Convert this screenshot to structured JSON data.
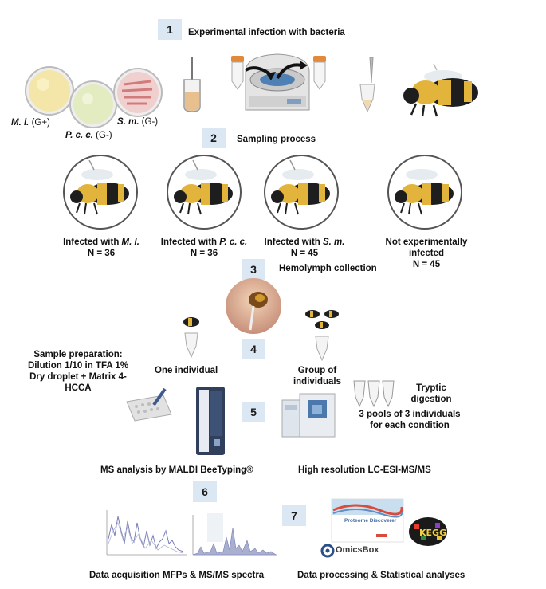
{
  "steps": {
    "s1": {
      "num": "1",
      "title": "Experimental infection with bacteria"
    },
    "s2": {
      "num": "2",
      "title": "Sampling process"
    },
    "s3": {
      "num": "3",
      "title": "Hemolymph collection"
    },
    "s4": {
      "num": "4"
    },
    "s5": {
      "num": "5"
    },
    "s6": {
      "num": "6"
    },
    "s7": {
      "num": "7"
    }
  },
  "bacteria": {
    "ml": {
      "name": "M. l.",
      "gram": " (G+)"
    },
    "pcc": {
      "name": "P. c. c.",
      "gram": " (G-)"
    },
    "sm": {
      "name": "S. m.",
      "gram": " (G-)"
    }
  },
  "groups": [
    {
      "prefix": "Infected with ",
      "species": "M. l.",
      "n": "N = 36"
    },
    {
      "prefix": "Infected with ",
      "species": "P. c. c.",
      "n": "N = 36"
    },
    {
      "prefix": "Infected with ",
      "species": "S. m.",
      "n": "N = 45"
    },
    {
      "line1": "Not experimentally",
      "line2": "infected",
      "n": "N = 45"
    }
  ],
  "sample_prep": {
    "line1": "Sample preparation:",
    "line2": "Dilution 1/10 in TFA 1%",
    "line3": "Dry droplet + Matrix 4-",
    "line4": "HCCA"
  },
  "individual": {
    "one": "One individual",
    "group_line1": "Group of",
    "group_line2": "individuals"
  },
  "tryptic": {
    "line1": "Tryptic",
    "line2": "digestion",
    "line3": "3 pools of 3 individuals",
    "line4": "for each condition"
  },
  "analysis": {
    "maldi": "MS analysis by MALDI BeeTyping®",
    "lcms": "High resolution LC-ESI-MS/MS"
  },
  "outputs": {
    "acquisition": "Data acquisition MFPs & MS/MS spectra",
    "processing": "Data processing & Statistical analyses"
  },
  "software": {
    "pd": "Proteome Discoverer",
    "omicsbox": "OmicsBox",
    "kegg": "KEGG"
  },
  "colors": {
    "step_box": "#dbe8f4",
    "bee_yellow": "#e3b43c",
    "bee_black": "#1e1e1e",
    "plate_ml": "#f3e6a8",
    "plate_pcc": "#e3ebc0",
    "plate_sm": "#f0cfcf"
  }
}
